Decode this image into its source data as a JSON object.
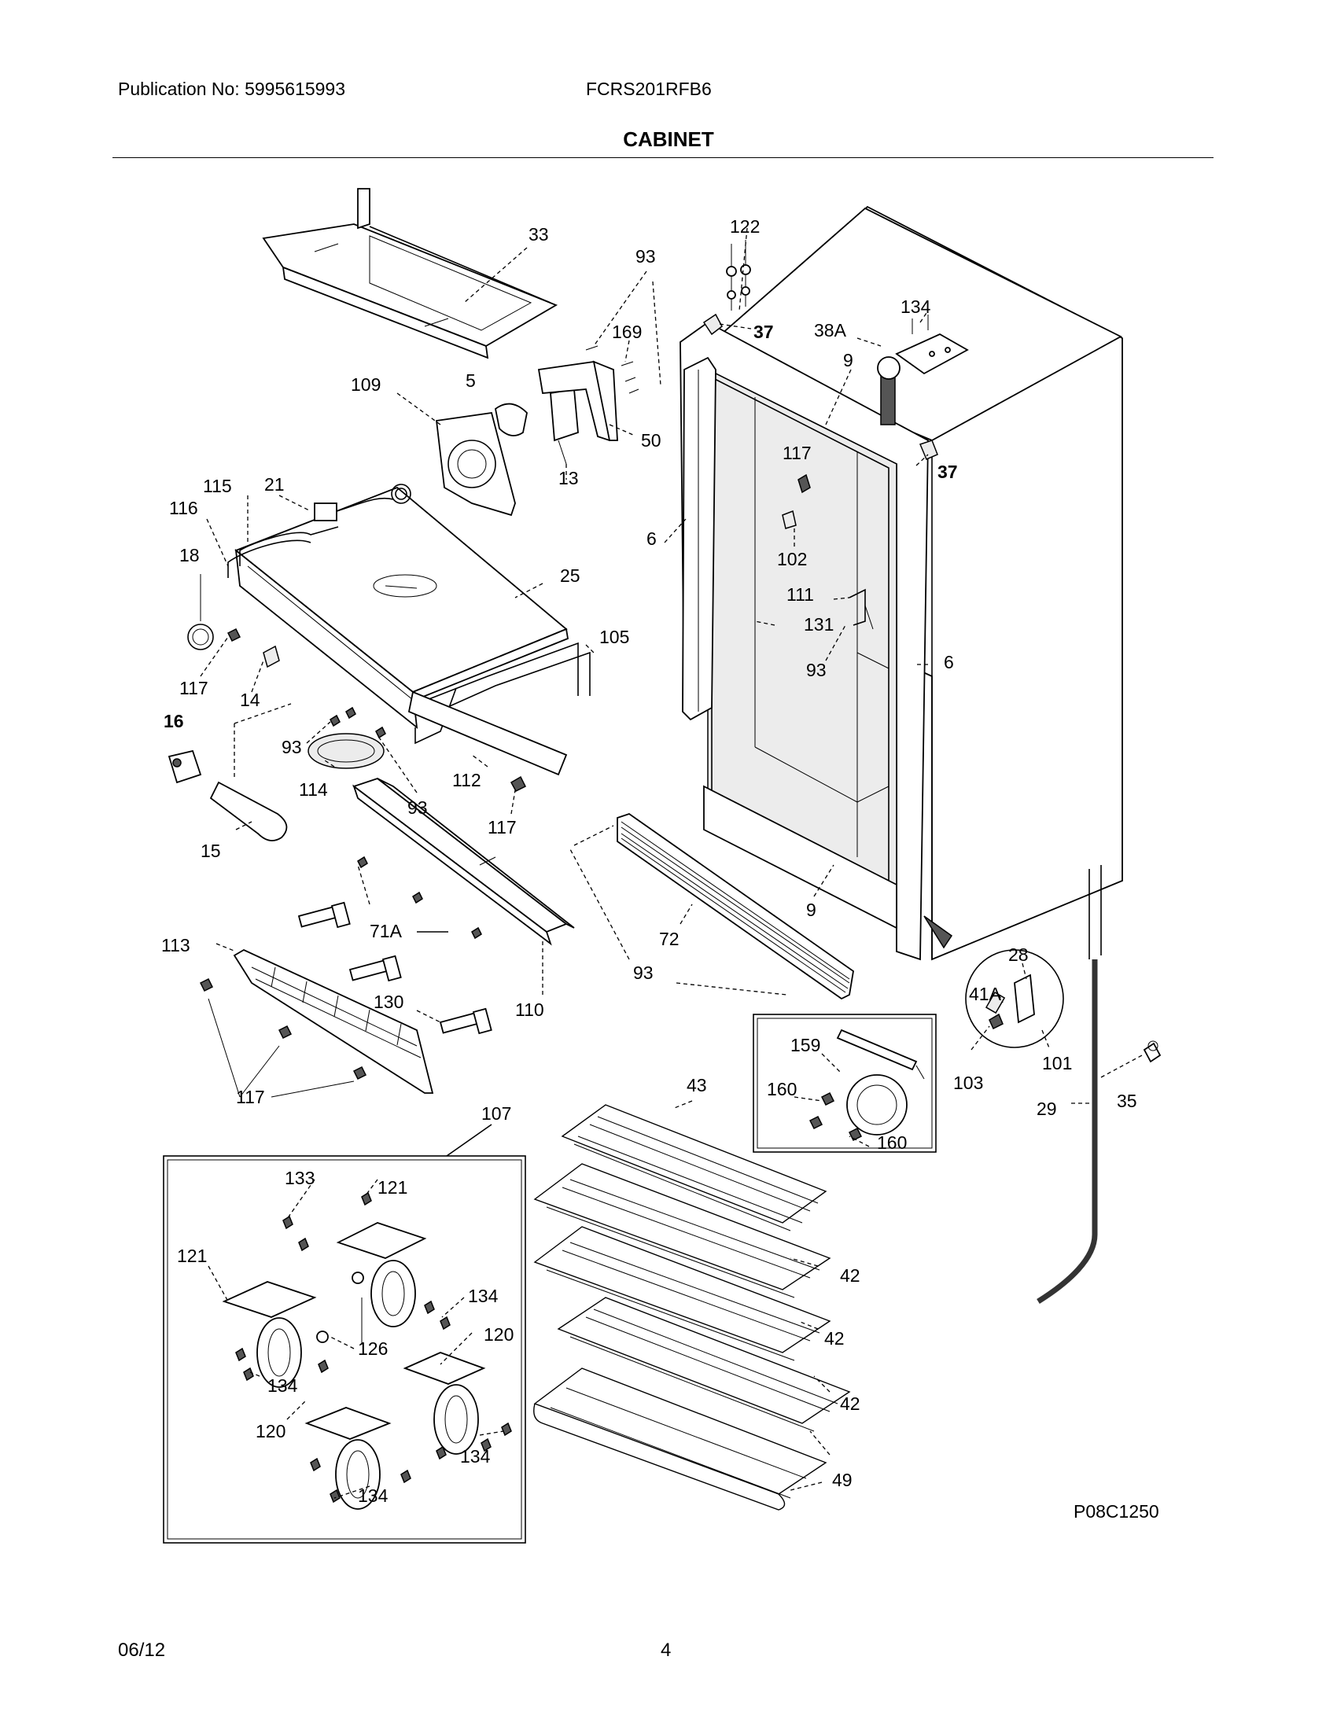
{
  "header": {
    "publication": "Publication No: 5995615993",
    "model": "FCRS201RFB6"
  },
  "section_title": "CABINET",
  "drawing_code": "P08C1250",
  "footer": {
    "date": "06/12",
    "page_number": "4"
  },
  "callouts": {
    "c33": "33",
    "c122": "122",
    "c93a": "93",
    "c169": "169",
    "c37a": "37",
    "c134a": "134",
    "c38A": "38A",
    "c9a": "9",
    "c5": "5",
    "c109": "109",
    "c50": "50",
    "c13": "13",
    "c117a": "117",
    "c37b": "37",
    "c115": "115",
    "c21": "21",
    "c116": "116",
    "c6a": "6",
    "c102": "102",
    "c18": "18",
    "c25": "25",
    "c111": "111",
    "c131": "131",
    "c105": "105",
    "c117b": "117",
    "c14": "14",
    "c93b": "93",
    "c6b": "6",
    "c16": "16",
    "c93c": "93",
    "c114": "114",
    "c93d": "93",
    "c112": "112",
    "c117c": "117",
    "c15": "15",
    "c9b": "9",
    "c71A": "71A",
    "c72": "72",
    "c113": "113",
    "c110": "110",
    "c93e": "93",
    "c28": "28",
    "c41A": "41A",
    "c130": "130",
    "c159": "159",
    "c101": "101",
    "c103": "103",
    "c160a": "160",
    "c43": "43",
    "c35": "35",
    "c117d": "117",
    "c29": "29",
    "c160b": "160",
    "c107": "107",
    "c133": "133",
    "c121a": "121",
    "c121b": "121",
    "c42a": "42",
    "c134b": "134",
    "c42b": "42",
    "c120a": "120",
    "c126": "126",
    "c134c": "134",
    "c42c": "42",
    "c120b": "120",
    "c134d": "134",
    "c49": "49",
    "c134e": "134"
  }
}
